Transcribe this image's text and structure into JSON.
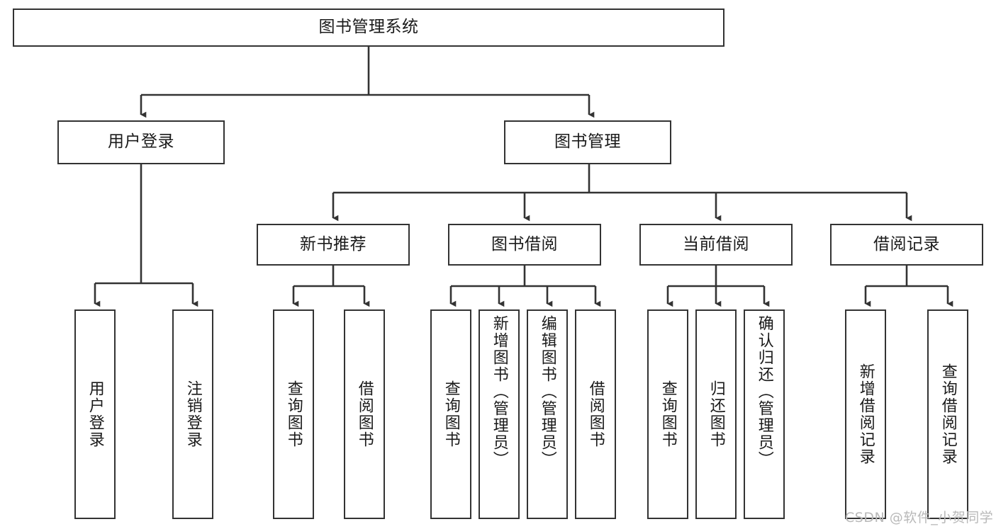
{
  "diagram": {
    "title": "图书管理系统",
    "type": "tree-hierarchy-diagram",
    "colors": {
      "box_border": "#333333",
      "box_fill": "#ffffff",
      "connector": "#333333",
      "watermark": "#b9b9b9",
      "background": "#ffffff"
    },
    "nodes": {
      "root": {
        "label": "图书管理系统"
      },
      "level2": [
        {
          "id": "user-login",
          "label": "用户登录"
        },
        {
          "id": "book-manage",
          "label": "图书管理"
        }
      ],
      "level3": [
        {
          "id": "new-book-recommend",
          "label": "新书推荐"
        },
        {
          "id": "book-borrow",
          "label": "图书借阅"
        },
        {
          "id": "current-borrow",
          "label": "当前借阅"
        },
        {
          "id": "borrow-record",
          "label": "借阅记录"
        }
      ],
      "leaves": [
        {
          "id": "leaf-user-login",
          "label": "用户登录",
          "parent": "user-login"
        },
        {
          "id": "leaf-logout",
          "label": "注销登录",
          "parent": "user-login"
        },
        {
          "id": "leaf-query-book-1",
          "label": "查询图书",
          "parent": "new-book-recommend"
        },
        {
          "id": "leaf-borrow-book-1",
          "label": "借阅图书",
          "parent": "new-book-recommend"
        },
        {
          "id": "leaf-query-book-2",
          "label": "查询图书",
          "parent": "book-borrow"
        },
        {
          "id": "leaf-add-book",
          "label": "新增图书（管理员）",
          "parent": "book-borrow"
        },
        {
          "id": "leaf-edit-book",
          "label": "编辑图书（管理员）",
          "parent": "book-borrow"
        },
        {
          "id": "leaf-borrow-book-2",
          "label": "借阅图书",
          "parent": "book-borrow"
        },
        {
          "id": "leaf-query-book-3",
          "label": "查询图书",
          "parent": "current-borrow"
        },
        {
          "id": "leaf-return-book",
          "label": "归还图书",
          "parent": "current-borrow"
        },
        {
          "id": "leaf-confirm-return",
          "label": "确认归还（管理员）",
          "parent": "current-borrow"
        },
        {
          "id": "leaf-add-record",
          "label": "新增借阅记录",
          "parent": "borrow-record"
        },
        {
          "id": "leaf-query-record",
          "label": "查询借阅记录",
          "parent": "borrow-record"
        }
      ]
    },
    "watermark": "CSDN @软件_小贺同学"
  }
}
